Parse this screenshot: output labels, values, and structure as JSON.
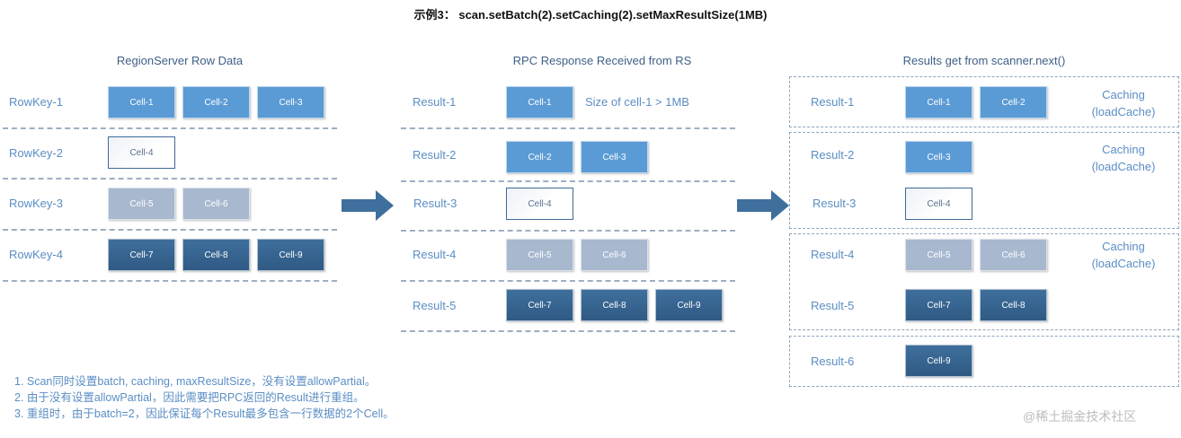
{
  "title": "示例3：  scan.setBatch(2).setCaching(2).setMaxResultSize(1MB)",
  "colors": {
    "cell_blue": "#5b9bd5",
    "cell_grey": "#a7b8cf",
    "cell_dark": "#2f5a84",
    "label_blue": "#5b8ec4",
    "arrow": "#3f6f9c"
  },
  "panel_left": {
    "title": "RegionServer Row Data",
    "rows": [
      {
        "label": "RowKey-1",
        "cells": [
          "Cell-1",
          "Cell-2",
          "Cell-3"
        ]
      },
      {
        "label": "RowKey-2",
        "cells": [
          "Cell-4"
        ]
      },
      {
        "label": "RowKey-3",
        "cells": [
          "Cell-5",
          "Cell-6"
        ]
      },
      {
        "label": "RowKey-4",
        "cells": [
          "Cell-7",
          "Cell-8",
          "Cell-9"
        ]
      }
    ]
  },
  "panel_middle": {
    "title": "RPC Response Received from RS",
    "rows": [
      {
        "label": "Result-1",
        "cells": [
          "Cell-1"
        ],
        "note": "Size of cell-1 > 1MB"
      },
      {
        "label": "Result-2",
        "cells": [
          "Cell-2",
          "Cell-3"
        ]
      },
      {
        "label": "Result-3",
        "cells": [
          "Cell-4"
        ]
      },
      {
        "label": "Result-4",
        "cells": [
          "Cell-5",
          "Cell-6"
        ]
      },
      {
        "label": "Result-5",
        "cells": [
          "Cell-7",
          "Cell-8",
          "Cell-9"
        ]
      }
    ]
  },
  "panel_right": {
    "title": "Results get from scanner.next()",
    "rows": [
      {
        "label": "Result-1",
        "cells": [
          "Cell-1",
          "Cell-2"
        ]
      },
      {
        "label": "Result-2",
        "cells": [
          "Cell-3"
        ]
      },
      {
        "label": "Result-3",
        "cells": [
          "Cell-4"
        ]
      },
      {
        "label": "Result-4",
        "cells": [
          "Cell-5",
          "Cell-6"
        ]
      },
      {
        "label": "Result-5",
        "cells": [
          "Cell-7",
          "Cell-8"
        ]
      },
      {
        "label": "Result-6",
        "cells": [
          "Cell-9"
        ]
      }
    ],
    "caching_label_line1": "Caching",
    "caching_label_line2": "(loadCache)"
  },
  "notes": [
    "1. Scan同时设置batch, caching, maxResultSize，没有设置allowPartial。",
    "2. 由于没有设置allowPartial，因此需要把RPC返回的Result进行重组。",
    "3. 重组时，由于batch=2，因此保证每个Result最多包含一行数据的2个Cell。"
  ],
  "watermark": "@稀土掘金技术社区"
}
